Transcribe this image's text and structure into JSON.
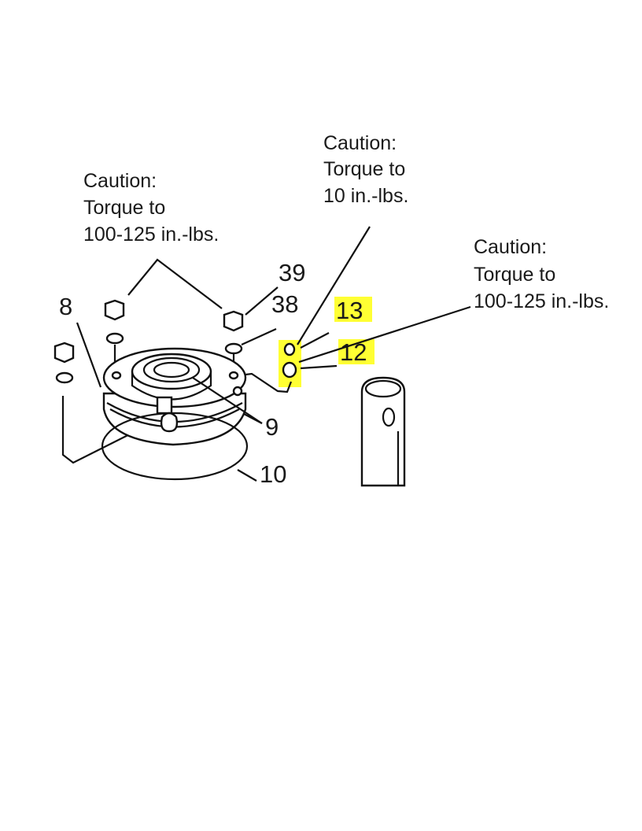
{
  "callouts": [
    {
      "line1": "Caution:",
      "line2": "Torque to",
      "line3": "100-125 in.-lbs."
    },
    {
      "line1": "Caution:",
      "line2": "Torque to",
      "line3": "10 in.-lbs."
    },
    {
      "line1": "Caution:",
      "line2": "Torque to",
      "line3": "100-125 in.-lbs."
    }
  ],
  "part_labels": {
    "p8": "8",
    "p39": "39",
    "p38": "38",
    "p13": "13",
    "p12": "12",
    "p9": "9",
    "p10": "10"
  },
  "colors": {
    "highlight": "#ffff33",
    "ink": "#111111"
  }
}
